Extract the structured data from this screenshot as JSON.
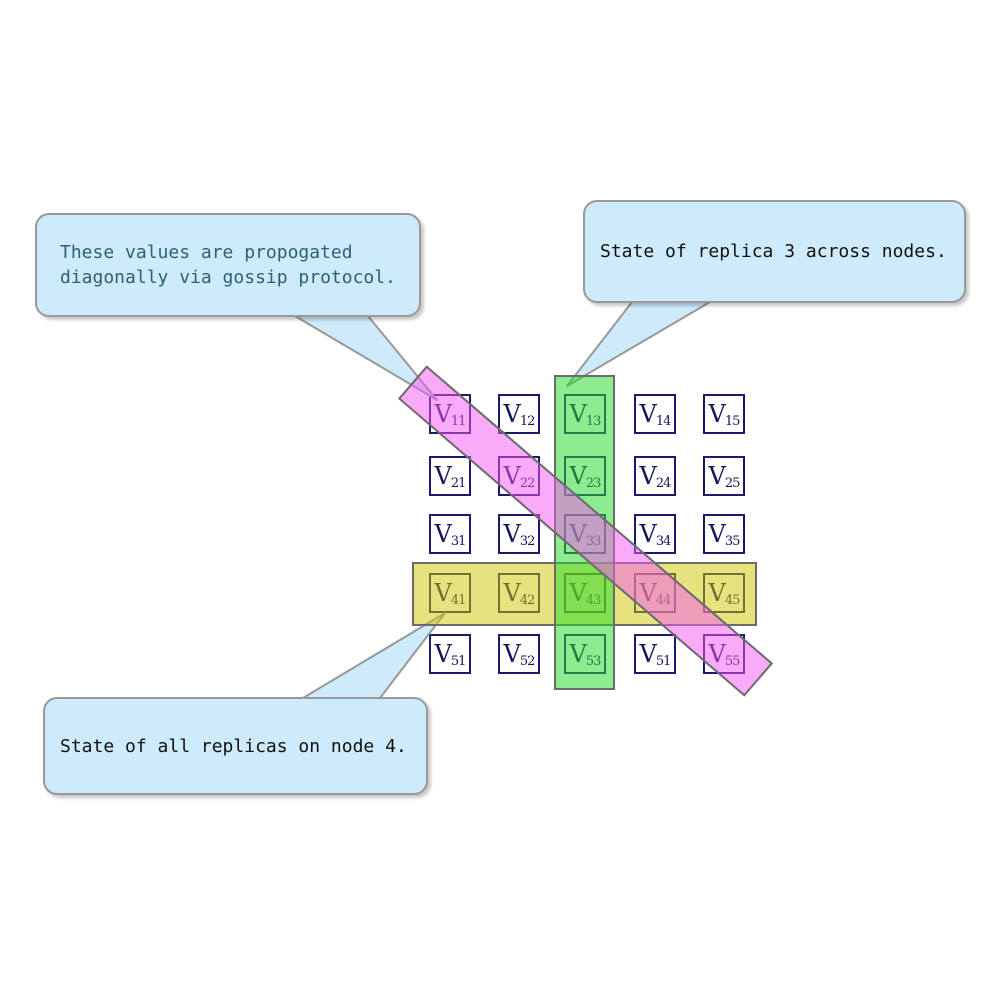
{
  "diagram_title": "replicated state matrix with gossip propagation",
  "grid": {
    "value_prefix": "V",
    "rows": [
      [
        "11",
        "12",
        "13",
        "14",
        "15"
      ],
      [
        "21",
        "22",
        "23",
        "24",
        "25"
      ],
      [
        "31",
        "32",
        "33",
        "34",
        "35"
      ],
      [
        "41",
        "42",
        "43",
        "44",
        "45"
      ],
      [
        "51",
        "52",
        "53",
        "51",
        "55"
      ]
    ]
  },
  "callouts": [
    {
      "id": "gossip-diagonal",
      "text": "These values are propogated\ndiagonally via gossip protocol.",
      "text_color": "#2e5f73"
    },
    {
      "id": "replica-3-column",
      "text": "State of replica 3 across nodes.",
      "text_color": "#111111"
    },
    {
      "id": "node-4-row",
      "text": "State of all replicas on node 4.",
      "text_color": "#111111"
    }
  ],
  "highlights": {
    "column": {
      "meaning": "replica 3 across nodes",
      "color": "#93ea93"
    },
    "row": {
      "meaning": "all replicas on node 4",
      "color": "#e0dd7f"
    },
    "diagonal": {
      "meaning": "values propagated via gossip",
      "color": "#f8acf5"
    }
  },
  "colors": {
    "callout_fill": "#cdebfa",
    "callout_border": "#999999",
    "cell_border": "#1a1a6e",
    "overlay_border": "#6b6b6b",
    "background": "#ffffff"
  }
}
